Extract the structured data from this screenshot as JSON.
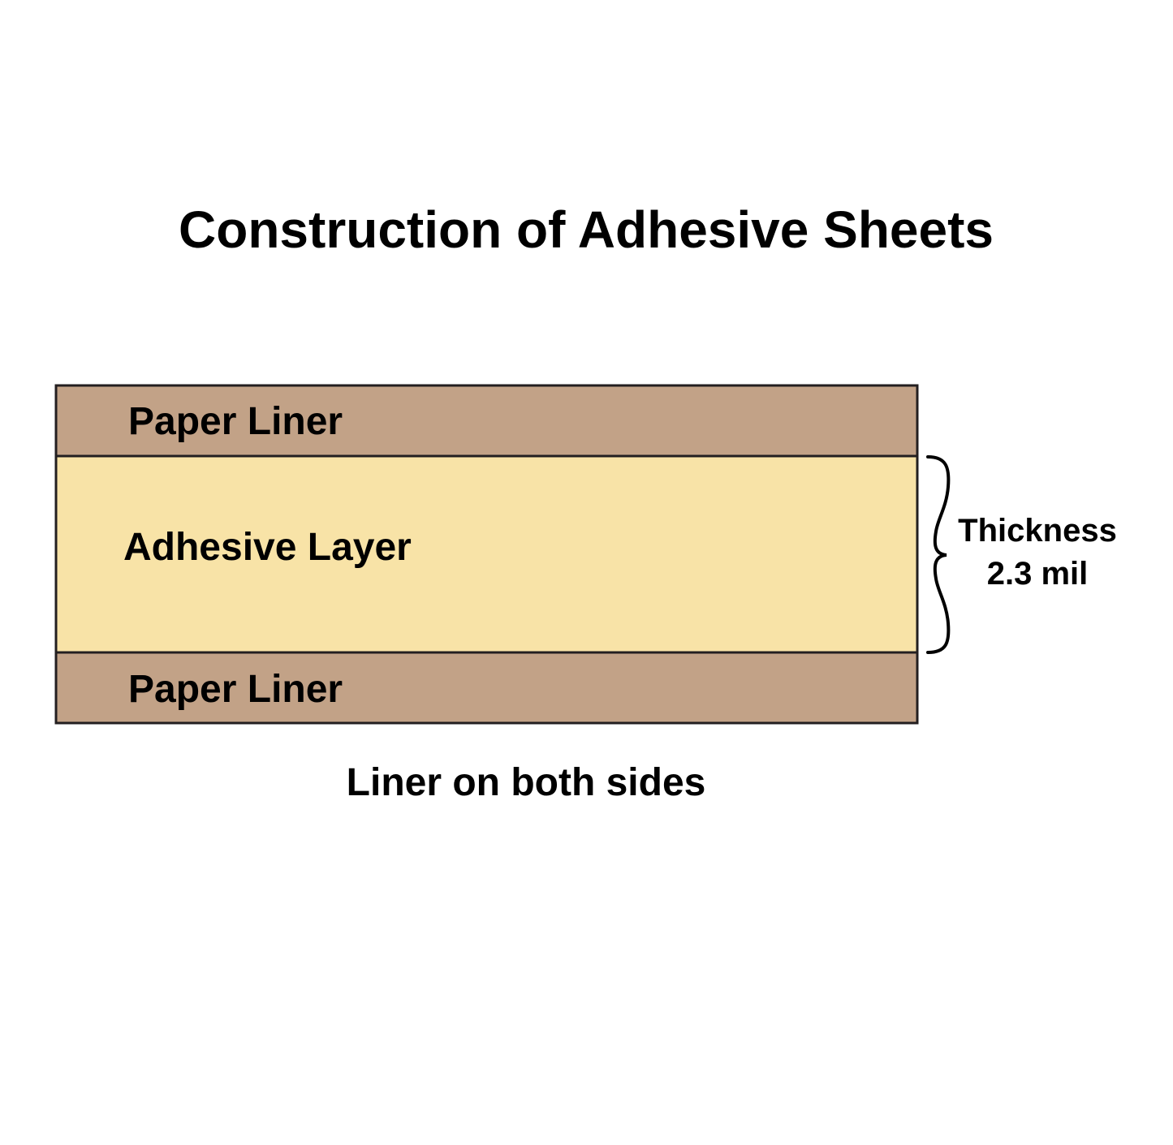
{
  "title": "Construction of Adhesive Sheets",
  "layers": [
    {
      "label": "Paper Liner",
      "color": "#c2a287"
    },
    {
      "label": "Adhesive Layer",
      "color": "#f8e3a7"
    },
    {
      "label": "Paper Liner",
      "color": "#c2a287"
    }
  ],
  "thickness": {
    "label": "Thickness",
    "value": "2.3 mil"
  },
  "caption": "Liner on both sides",
  "outline_color": "#231f20"
}
